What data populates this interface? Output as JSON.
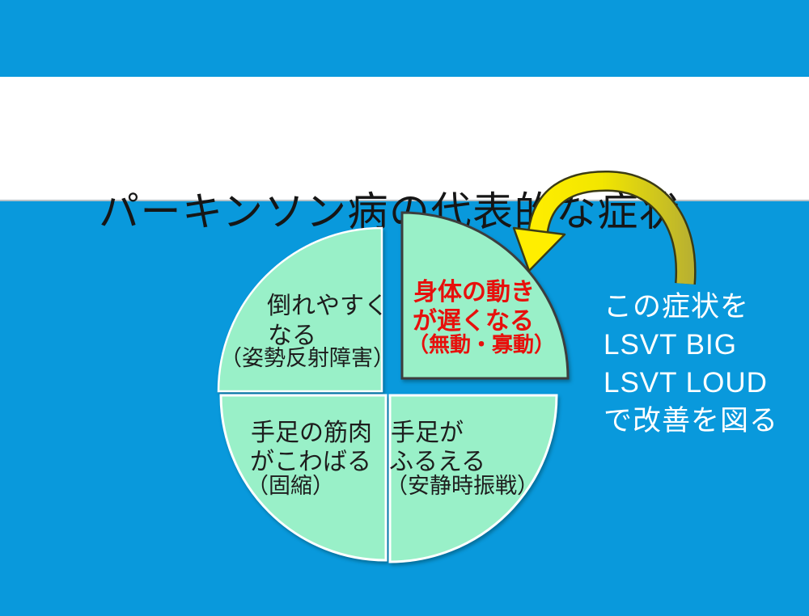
{
  "slide": {
    "title": "パーキンソン病の代表的な症状",
    "background_color": "#0999DC",
    "title_band_color": "#FFFFFF",
    "title_color": "#161616"
  },
  "diagram": {
    "type": "four-quadrant-pie",
    "quadrant_fill": "#99F0C8",
    "quadrant_edge": "#FFFFFF",
    "highlight_outline": "#3D3D3D",
    "quadrants": [
      {
        "position": "top-left",
        "lines": [
          "倒れやすく",
          "なる",
          "（姿勢反射障害）"
        ],
        "text_color": "#1D1D1D",
        "highlighted": false
      },
      {
        "position": "top-right",
        "lines": [
          "身体の動き",
          "が遅くなる",
          "（無動・寡動）"
        ],
        "text_color": "#E7100C",
        "highlighted": true
      },
      {
        "position": "bottom-left",
        "lines": [
          "手足の筋肉",
          "がこわばる",
          "（固縮）"
        ],
        "text_color": "#1D1D1D",
        "highlighted": false
      },
      {
        "position": "bottom-right",
        "lines": [
          "手足が",
          "ふるえる",
          "（安静時振戦）"
        ],
        "text_color": "#1D1D1D",
        "highlighted": false
      }
    ]
  },
  "annotation": {
    "lines": [
      "この症状を",
      "LSVT BIG",
      "LSVT LOUD",
      "で改善を図る"
    ],
    "text_color": "#FFFFFF",
    "arrow": {
      "fill": "#FFEE00",
      "shade": "#BAB22F",
      "outline": "#3B3B15",
      "points_to": "top-right-quadrant"
    }
  }
}
